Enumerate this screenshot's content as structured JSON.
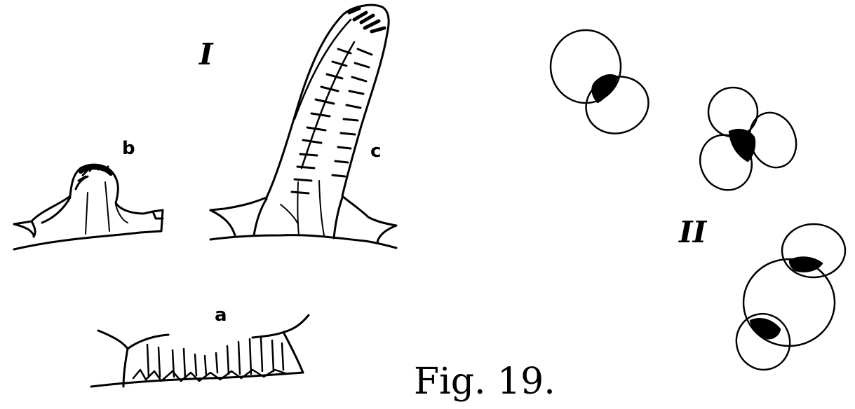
{
  "figure": {
    "panel_one_label": "I",
    "panel_two_label": "II",
    "label_a": "a",
    "label_b": "b",
    "label_c": "c",
    "caption": "Fig. 19.",
    "ink_color": "#000000",
    "background_color": "#ffffff"
  }
}
